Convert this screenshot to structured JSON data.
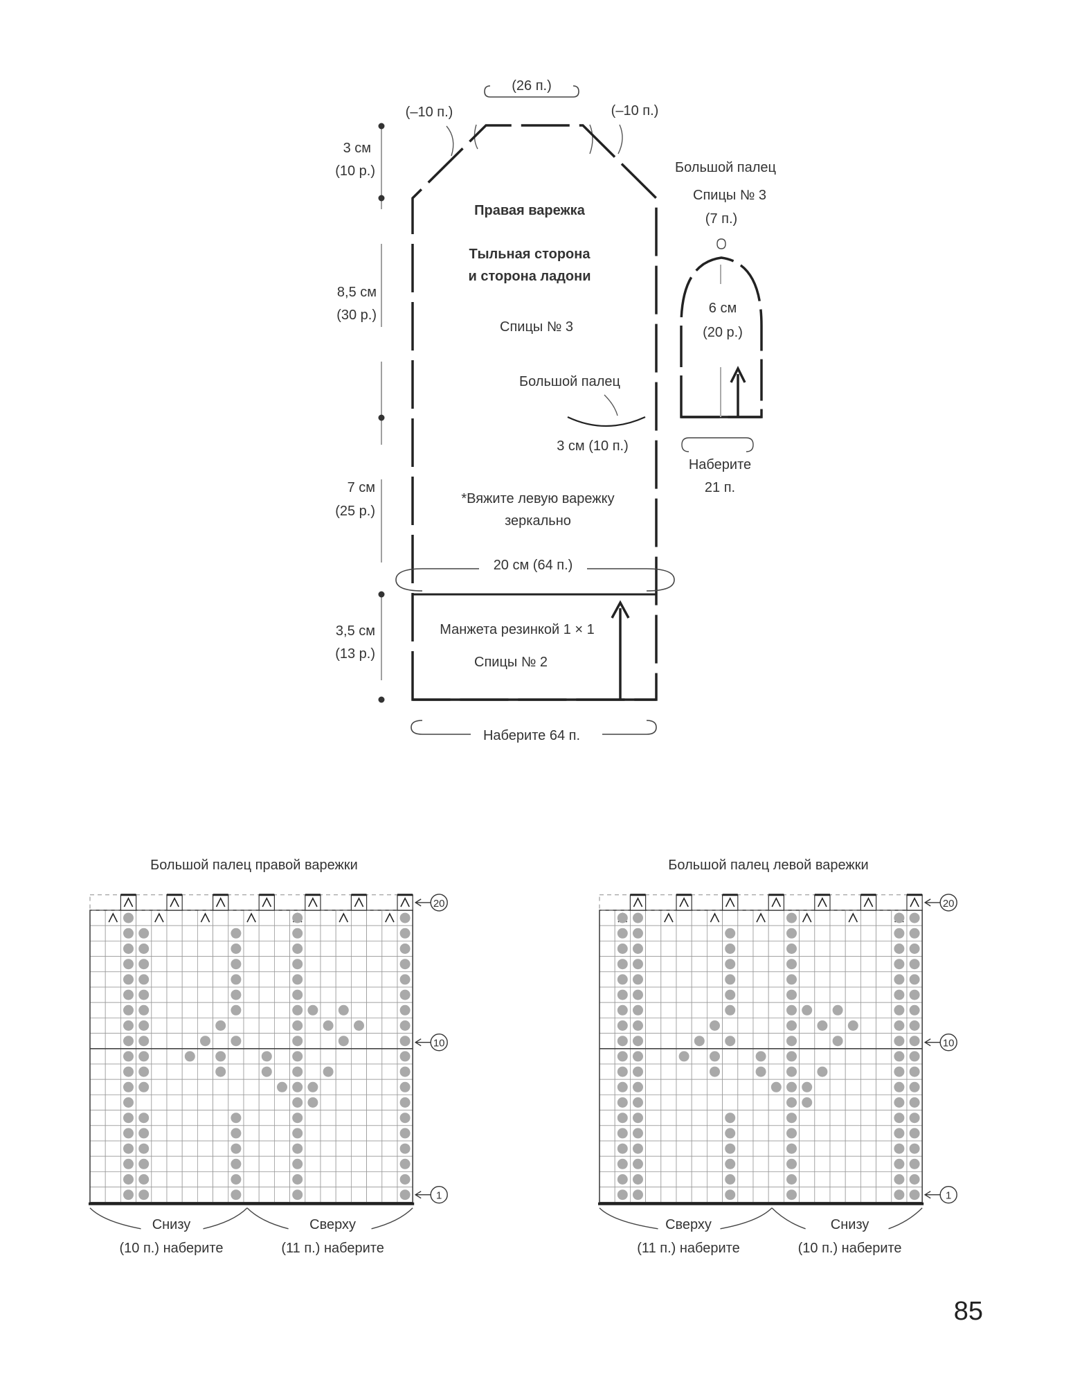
{
  "page_number": "85",
  "schema": {
    "top_width": "(26 п.)",
    "decrease_left": "(–10 п.)",
    "decrease_right": "(–10 п.)",
    "title": "Правая варежка",
    "subtitle_1": "Тыльная сторона",
    "subtitle_2": "и сторона ладони",
    "needles_main": "Спицы № 3",
    "thumb_mark_label": "Большой палец",
    "thumb_opening": "3 см (10 п.)",
    "note_1": "*Вяжите левую варежку",
    "note_2": "зеркально",
    "width_label": "20 см (64 п.)",
    "cuff_label": "Манжета резинкой 1 × 1",
    "needles_cuff": "Спицы № 2",
    "cast_on": "Наберите 64 п.",
    "left_measures": [
      {
        "a": "3 см",
        "b": "(10 р.)"
      },
      {
        "a": "8,5 см",
        "b": "(30 р.)"
      },
      {
        "a": "7 см",
        "b": "(25 р.)"
      },
      {
        "a": "3,5 см",
        "b": "(13 р.)"
      }
    ]
  },
  "thumb": {
    "title": "Большой палец",
    "needles": "Спицы № 3",
    "top": "(7 п.)",
    "height_a": "6 см",
    "height_b": "(20 р.)",
    "cast_on_a": "Наберите",
    "cast_on_b": "21 п."
  },
  "charts": [
    {
      "title": "Большой палец правой варежки",
      "row_label_top": "20",
      "row_label_mid": "10",
      "row_label_bottom": "1",
      "left_a": "Снизу",
      "left_b": "(10 п.) наберите",
      "right_a": "Сверху",
      "right_b": "(11 п.) наберите"
    },
    {
      "title": "Большой палец левой варежки",
      "row_label_top": "20",
      "row_label_mid": "10",
      "row_label_bottom": "1",
      "left_a": "Сверху",
      "left_b": "(11 п.) наберите",
      "right_a": "Снизу",
      "right_b": "(10 п.) наберите"
    }
  ]
}
